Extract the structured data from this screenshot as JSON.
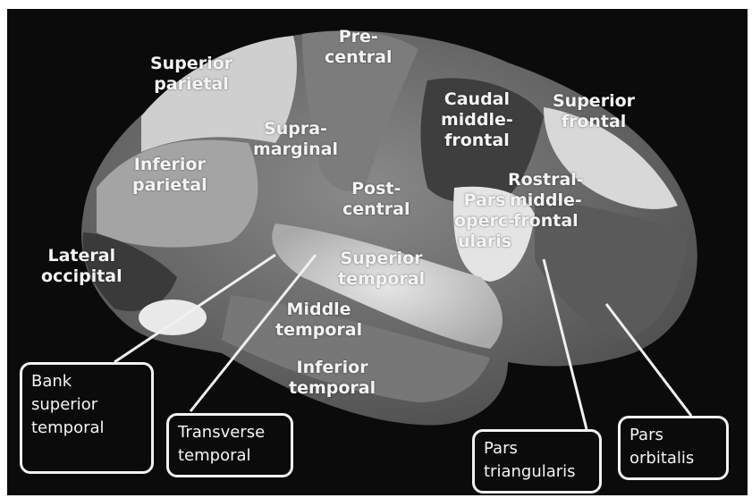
{
  "regions": {
    "superior_parietal": "Superior\nparietal",
    "precentral": "Pre-\ncentral",
    "caudal_middle_frontal": "Caudal\nmiddle-\nfrontal",
    "superior_frontal": "Superior\nfrontal",
    "supramarginal": "Supra-\nmarginal",
    "inferior_parietal": "Inferior\nparietal",
    "postcentral": "Post-\ncentral",
    "rostral_middle_frontal": "Rostral-\nmiddle-\nfrontal",
    "pars_opercularis": "Pars\noperc-\nularis",
    "lateral_occipital": "Lateral\noccipital",
    "superior_temporal": "Superior\ntemporal",
    "middle_temporal": "Middle\ntemporal",
    "inferior_temporal": "Inferior\ntemporal"
  },
  "callouts": {
    "bank_superior_temporal": "Bank\nsuperior\ntemporal",
    "transverse_temporal": "Transverse\ntemporal",
    "pars_triangularis": "Pars\ntriangularis",
    "pars_orbitalis": "Pars\norbitalis"
  }
}
